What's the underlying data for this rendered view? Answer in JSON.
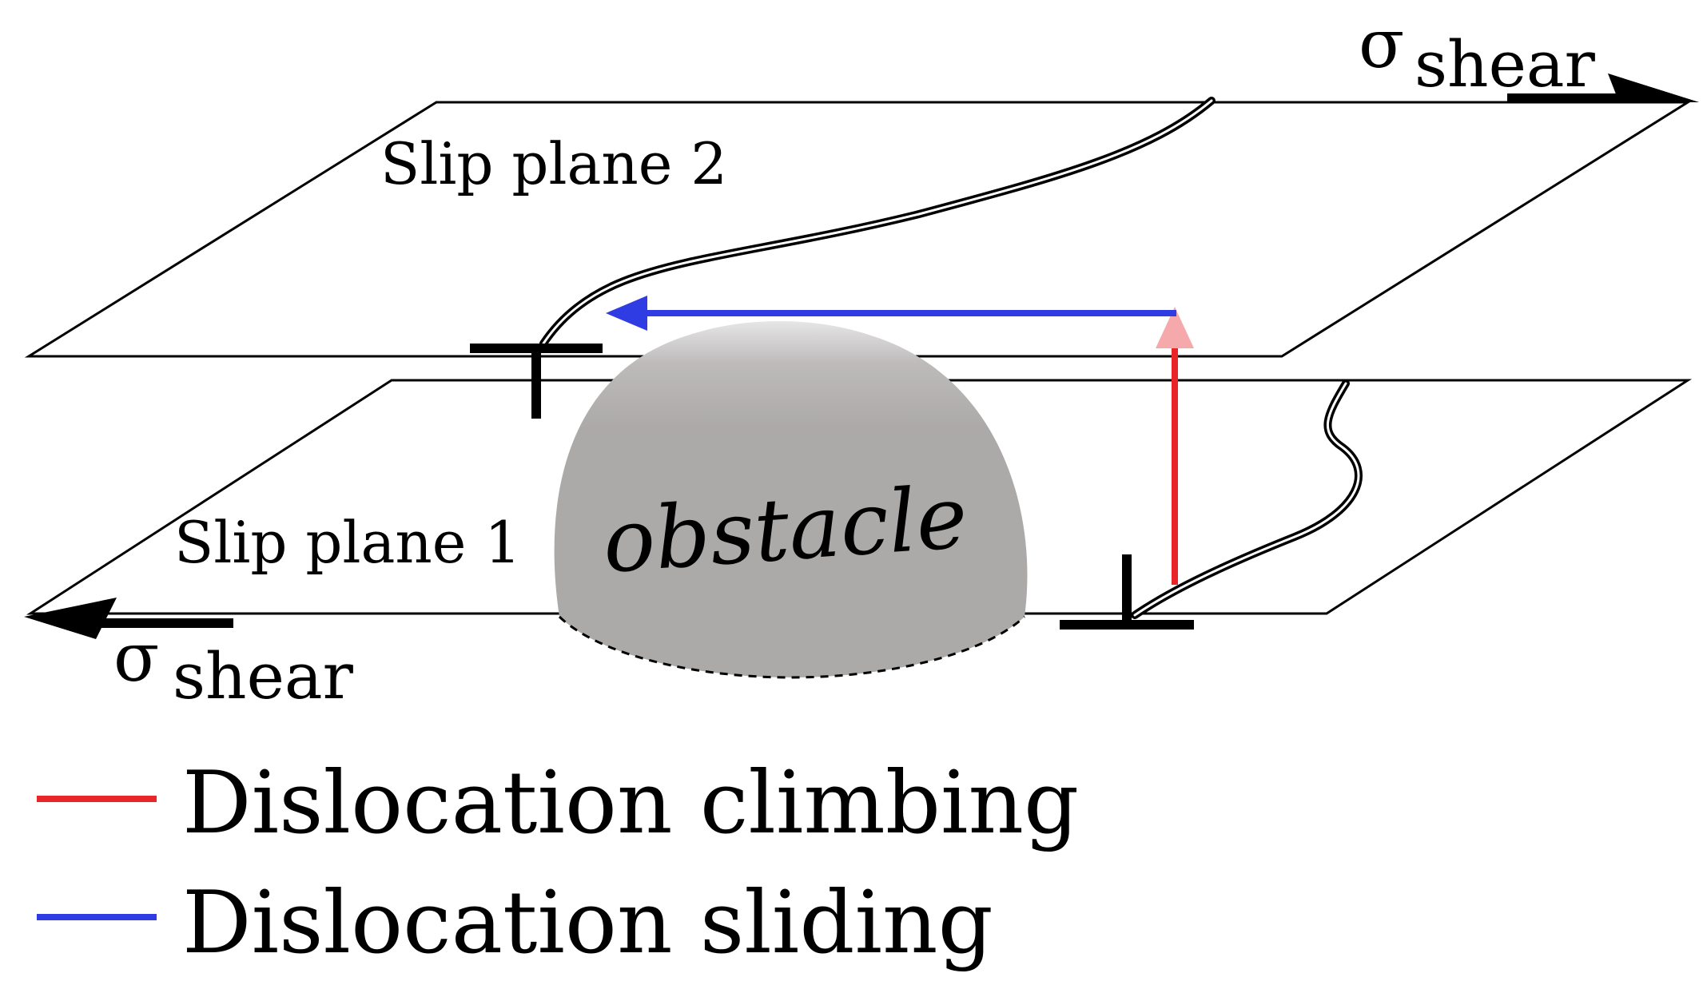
{
  "labels": {
    "slip_plane_2": "Slip plane 2",
    "slip_plane_1": "Slip plane 1",
    "obstacle": "obstacle",
    "sigma_symbol": "σ",
    "shear_subscript": "shear"
  },
  "legend": [
    {
      "label": "Dislocation climbing",
      "color": "#e8262a"
    },
    {
      "label": "Dislocation sliding",
      "color": "#2f3be3"
    }
  ],
  "colors": {
    "obstacle_fill": "#aca9a9",
    "obstacle_highlight": "#e3e3e3",
    "climb_arrow": "#e8262a",
    "climb_arrowhead": "#f6a9ab",
    "slide_arrow": "#2f3be3",
    "plane_stroke": "#000000"
  }
}
